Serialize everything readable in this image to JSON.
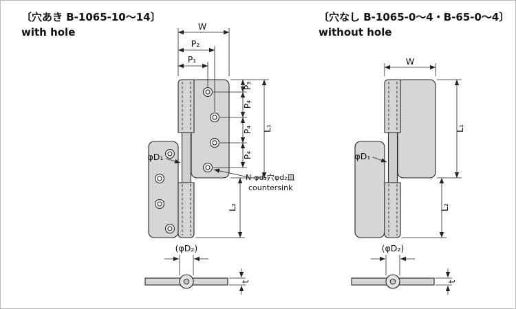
{
  "page": {
    "background": "#ffffff",
    "frame_border": "#b9b9b9"
  },
  "colors": {
    "leaf_fill": "#d6d6d6",
    "hole_ring": "#ebebeb",
    "line": "#222222"
  },
  "left_figure": {
    "title_jp": "〔穴あき B-1065-10〜14〕",
    "title_en": "with hole",
    "labels": {
      "W": "W",
      "P2": "P₂",
      "P1": "P₁",
      "P3": "P₃",
      "P4": "P₄",
      "L1": "L₁",
      "L2": "L₂",
      "phi_d1": "φD₁",
      "phi_d2": "(φD₂)",
      "t": "t"
    },
    "note": {
      "jp": "N-φd₁穴φd₂皿",
      "en": "countersink"
    }
  },
  "right_figure": {
    "title_jp": "〔穴なし B-1065-0〜4・B-65-0〜4〕",
    "title_en": "without hole",
    "labels": {
      "W": "W",
      "phi_d1": "φD₁",
      "L1": "L₁",
      "L2": "L₂",
      "phi_d2": "(φD₂)",
      "t": "t"
    }
  }
}
